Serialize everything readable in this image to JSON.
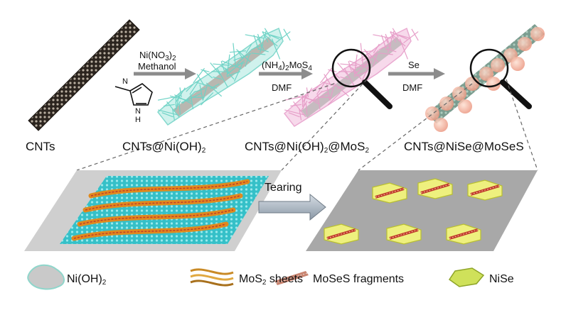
{
  "stages": {
    "cnts": "CNTs",
    "ni_oh2_pre": "CNTs@Ni(OH)",
    "ni_oh2_sub": "2",
    "mos2_a": "CNTs@Ni(OH)",
    "mos2_a_sub": "2",
    "mos2_b": "@MoS",
    "mos2_b_sub": "2",
    "niSe": "CNTs@NiSe@MoSeS"
  },
  "step1": {
    "reagent_pre": "Ni(NO",
    "reagent_sub1": "3",
    "reagent_mid": ")",
    "reagent_sub2": "2",
    "solvent": "Methanol"
  },
  "step2": {
    "r1": "(NH",
    "r1_sub": "4",
    "r2": ")",
    "r2_sub": "2",
    "r3": "MoS",
    "r3_sub": "4",
    "solvent": "DMF"
  },
  "step3": {
    "reagent": "Se",
    "solvent": "DMF"
  },
  "process": {
    "tearing": "Tearing"
  },
  "legend": {
    "nioh2_pre": "Ni(OH)",
    "nioh2_sub": "2",
    "mos2_pre": "MoS",
    "mos2_sub": "2",
    "mos2_post": " sheets",
    "moses": "MoSeS fragments",
    "nise": "NiSe"
  },
  "colors": {
    "cnt": "#3a3028",
    "nioh2": "#7fd8cc",
    "mos2": "#e9a8d2",
    "arrow": "#8c8c8c",
    "sphere": "#f2a98f",
    "plate": "#a9a9a9",
    "graphene": "#54d0d6",
    "mos2_sheet": "#e08a1e",
    "nise": "#e6ec6e"
  }
}
